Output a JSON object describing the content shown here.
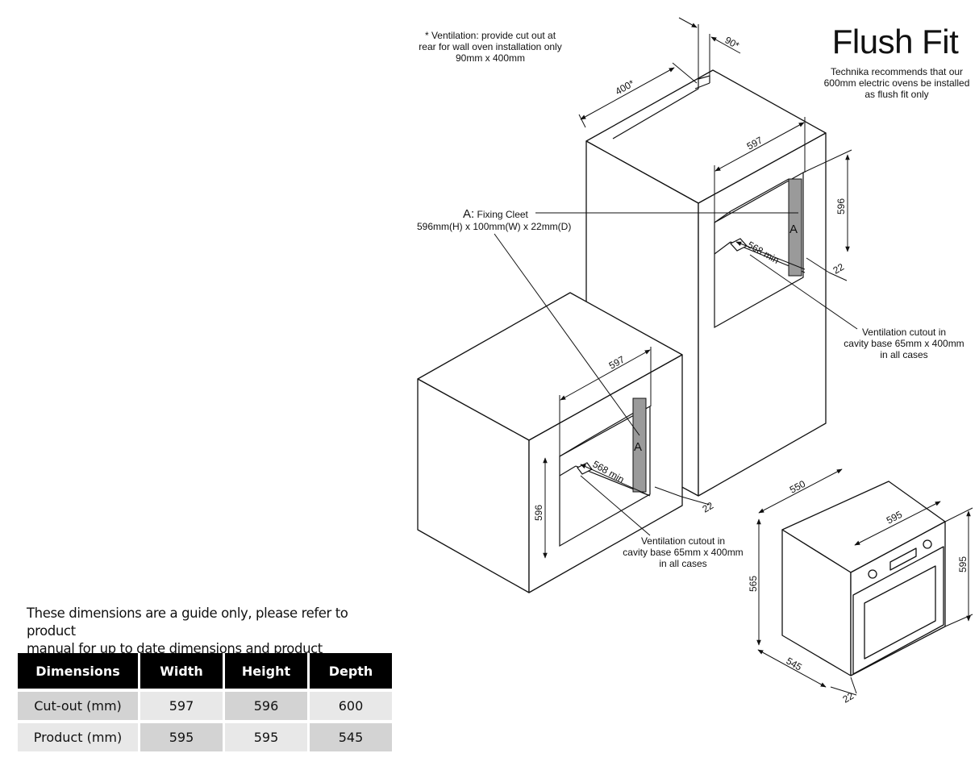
{
  "title": "Flush Fit",
  "subtitle_lines": [
    "Technika recommends that our",
    "600mm electric ovens be installed",
    "as flush fit only"
  ],
  "ventilation_note_lines": [
    "* Ventilation: provide cut out at",
    "rear for wall oven installation only",
    "90mm x 400mm"
  ],
  "fixing_cleet": {
    "letter": "A:",
    "label": "Fixing Cleet",
    "size": "596mm(H) x 100mm(W) x 22mm(D)"
  },
  "cutout_note_lines": [
    "Ventilation cutout in",
    "cavity base 65mm x 400mm",
    "in all cases"
  ],
  "cleet_marker": "A",
  "dimensions": {
    "vent_depth": "400*",
    "vent_width": "90*",
    "tall_width": "597",
    "tall_height": "596",
    "tall_min": "568 min",
    "tall_gap": "22",
    "base_width": "597",
    "base_height": "596",
    "base_min": "568 min",
    "base_gap": "22",
    "oven_depth_top": "550",
    "oven_width": "595",
    "oven_height": "595",
    "oven_side_height": "565",
    "oven_depth_bottom": "545",
    "oven_gap": "22"
  },
  "disclaimer_lines": [
    "These dimensions are a guide only, please refer to product",
    "manual for up to date dimensions and product information"
  ],
  "table": {
    "headers": [
      "Dimensions",
      "Width",
      "Height",
      "Depth"
    ],
    "rows": [
      [
        "Cut-out (mm)",
        "597",
        "596",
        "600"
      ],
      [
        "Product (mm)",
        "595",
        "595",
        "545"
      ]
    ]
  }
}
